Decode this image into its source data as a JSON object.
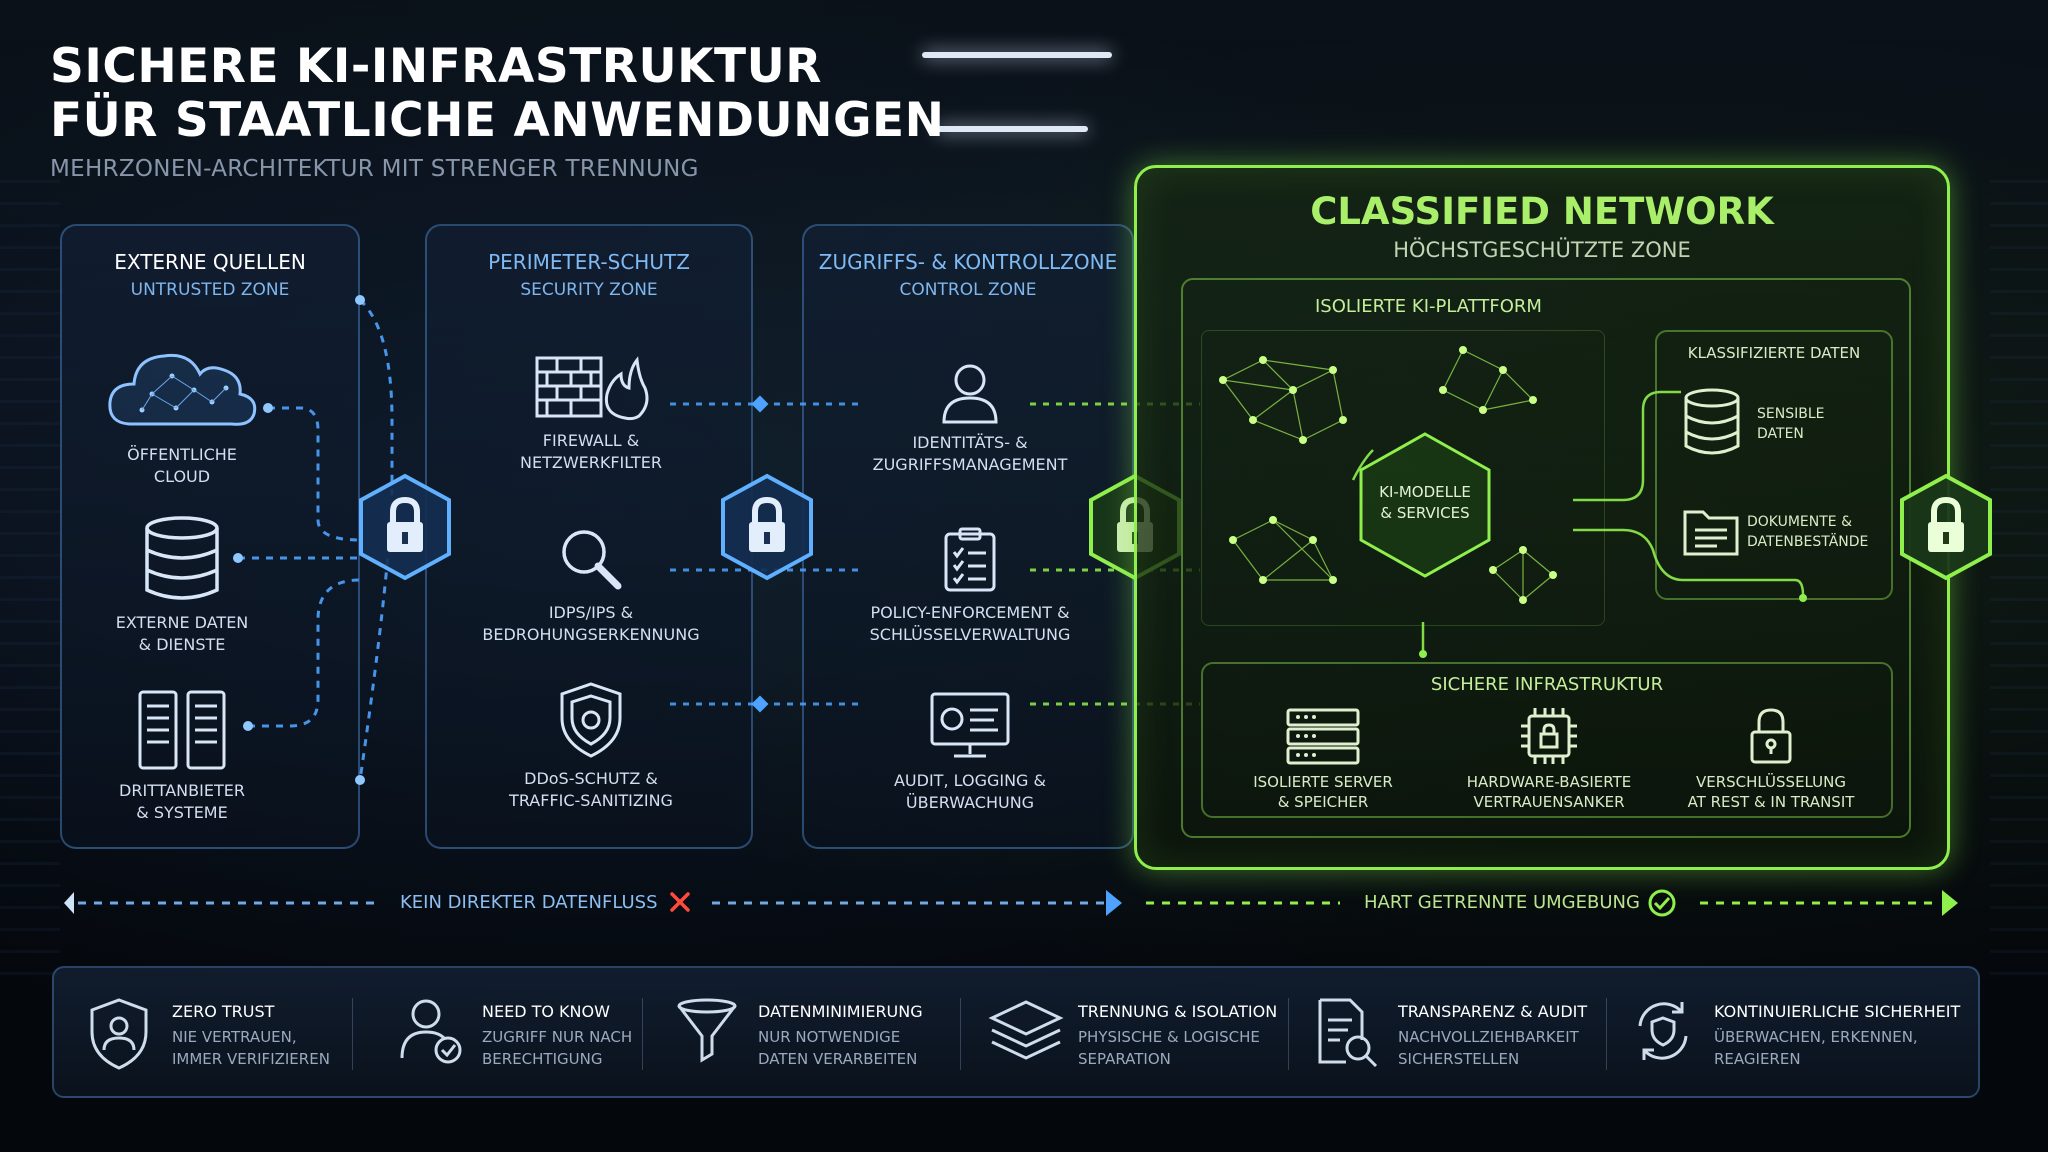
{
  "header": {
    "title_line1": "SICHERE KI-INFRASTRUKTUR",
    "title_line2": "FÜR STAATLICHE ANWENDUNGEN",
    "subtitle": "MEHRZONEN-ARCHITEKTUR MIT STRENGER TRENNUNG"
  },
  "zones": {
    "external": {
      "title": "EXTERNE QUELLEN",
      "subtitle": "UNTRUSTED ZONE",
      "items": [
        {
          "line1": "ÖFFENTLICHE",
          "line2": "CLOUD",
          "icon": "cloud-icon"
        },
        {
          "line1": "EXTERNE DATEN",
          "line2": "& DIENSTE",
          "icon": "database-icon"
        },
        {
          "line1": "DRITTANBIETER",
          "line2": "& SYSTEME",
          "icon": "server-icon"
        }
      ]
    },
    "perimeter": {
      "title": "PERIMETER-SCHUTZ",
      "subtitle": "SECURITY ZONE",
      "items": [
        {
          "line1": "FIREWALL &",
          "line2": "NETZWERKFILTER",
          "icon": "firewall-icon"
        },
        {
          "line1": "IDPS/IPS &",
          "line2": "BEDROHUNGSERKENNUNG",
          "icon": "magnifier-icon"
        },
        {
          "line1": "DDoS-SCHUTZ &",
          "line2": "TRAFFIC-SANITIZING",
          "icon": "shield-icon"
        }
      ]
    },
    "control": {
      "title": "ZUGRIFFS- & KONTROLLZONE",
      "subtitle": "CONTROL ZONE",
      "items": [
        {
          "line1": "IDENTITÄTS- &",
          "line2": "ZUGRIFFSMANAGEMENT",
          "icon": "user-icon"
        },
        {
          "line1": "POLICY-ENFORCEMENT &",
          "line2": "SCHLÜSSELVERWALTUNG",
          "icon": "clipboard-icon"
        },
        {
          "line1": "AUDIT, LOGGING &",
          "line2": "ÜBERWACHUNG",
          "icon": "monitor-icon"
        }
      ]
    },
    "classified": {
      "title": "CLASSIFIED NETWORK",
      "subtitle": "HÖCHSTGESCHÜTZTE ZONE",
      "platform_title": "ISOLIERTE KI-PLATTFORM",
      "core_line1": "KI-MODELLE",
      "core_line2": "& SERVICES",
      "data_title": "KLASSIFIZIERTE DATEN",
      "data_items": [
        {
          "line1": "SENSIBLE",
          "line2": "DATEN",
          "icon": "database-icon"
        },
        {
          "line1": "DOKUMENTE &",
          "line2": "DATENBESTÄNDE",
          "icon": "folder-icon"
        }
      ],
      "infra_title": "SICHERE INFRASTRUKTUR",
      "infra_items": [
        {
          "line1": "ISOLIERTE SERVER",
          "line2": "& SPEICHER",
          "icon": "server-rack-icon"
        },
        {
          "line1": "HARDWARE-BASIERTE",
          "line2": "VERTRAUENSANKER",
          "icon": "chip-lock-icon"
        },
        {
          "line1": "VERSCHLÜSSELUNG",
          "line2": "AT REST & IN TRANSIT",
          "icon": "lock-icon"
        }
      ]
    }
  },
  "flow": {
    "left_label": "KEIN DIREKTER DATENFLUSS",
    "right_label": "HART GETRENNTE UMGEBUNG"
  },
  "principles": [
    {
      "title": "ZERO TRUST",
      "line1": "NIE VERTRAUEN,",
      "line2": "IMMER VERIFIZIEREN",
      "icon": "shield-user-icon"
    },
    {
      "title": "NEED TO KNOW",
      "line1": "ZUGRIFF NUR NACH",
      "line2": "BERECHTIGUNG",
      "icon": "user-check-icon"
    },
    {
      "title": "DATENMINIMIERUNG",
      "line1": "NUR NOTWENDIGE",
      "line2": "DATEN VERARBEITEN",
      "icon": "funnel-icon"
    },
    {
      "title": "TRENNUNG & ISOLATION",
      "line1": "PHYSISCHE & LOGISCHE",
      "line2": "SEPARATION",
      "icon": "layers-icon"
    },
    {
      "title": "TRANSPARENZ & AUDIT",
      "line1": "NACHVOLLZIEHBARKEIT",
      "line2": "SICHERSTELLEN",
      "icon": "document-search-icon"
    },
    {
      "title": "KONTINUIERLICHE SICHERHEIT",
      "line1": "ÜBERWACHEN, ERKENNEN,",
      "line2": "REAGIEREN",
      "icon": "refresh-shield-icon"
    }
  ],
  "colors": {
    "blue_accent": "#4da3ff",
    "green_accent": "#8ff04c",
    "blocked_red": "#ff4a3d"
  }
}
